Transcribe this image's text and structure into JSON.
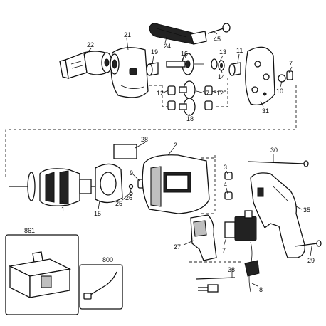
{
  "labels": {
    "p22": "22",
    "p21": "21",
    "p24": "24",
    "p45": "45",
    "p19": "19",
    "p16": "16",
    "p13": "13",
    "p11": "11",
    "p7a": "7",
    "p14": "14",
    "p12a": "12",
    "p17": "17",
    "p12b": "12",
    "p10": "10",
    "p18": "18",
    "p31": "31",
    "p28": "28",
    "p2": "2",
    "p30": "30",
    "p3": "3",
    "p9": "9",
    "p1": "1",
    "p25": "25",
    "p26": "26",
    "p15": "15",
    "p4": "4",
    "p35": "35",
    "p861": "861",
    "p800": "800",
    "p27": "27",
    "p7b": "7",
    "p38": "38",
    "p29": "29",
    "p8": "8"
  }
}
